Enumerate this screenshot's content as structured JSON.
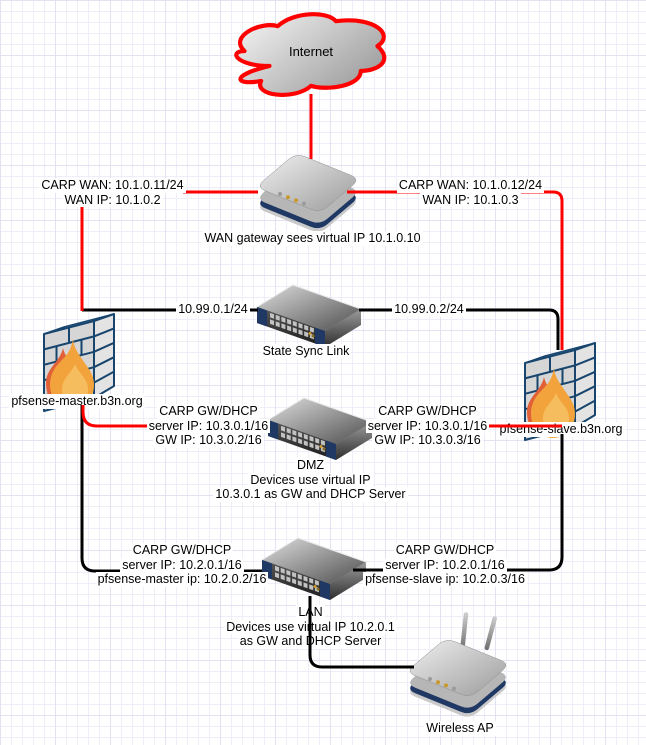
{
  "labels": {
    "internet": "Internet",
    "wan_gateway_caption": "WAN gateway sees virtual IP 10.1.0.10",
    "state_sync_caption": "State Sync Link",
    "firewall_master": "pfsense-master.b3n.org",
    "firewall_slave": "pfsense-slave.b3n.org",
    "dmz_caption": [
      "DMZ",
      "Devices use virtual IP",
      "10.3.0.1 as GW and DHCP Server"
    ],
    "lan_caption": [
      "LAN",
      "Devices use virtual IP 10.2.0.1",
      "as GW and DHCP Server"
    ],
    "wireless_ap": "Wireless AP"
  },
  "edge_labels": {
    "wan_master": [
      "CARP WAN: 10.1.0.11/24",
      "WAN IP: 10.1.0.2"
    ],
    "wan_slave": [
      "CARP WAN: 10.1.0.12/24",
      "WAN IP: 10.1.0.3"
    ],
    "sync_master": "10.99.0.1/24",
    "sync_slave": "10.99.0.2/24",
    "dmz_master": [
      "CARP GW/DHCP",
      "server IP: 10.3.0.1/16",
      "GW IP: 10.3.0.2/16"
    ],
    "dmz_slave": [
      "CARP GW/DHCP",
      "server IP: 10.3.0.1/16",
      "GW IP: 10.3.0.3/16"
    ],
    "lan_master": [
      "CARP GW/DHCP",
      "server IP: 10.2.0.1/16",
      "pfsense-master ip: 10.2.0.2/16"
    ],
    "lan_slave": [
      "CARP GW/DHCP",
      "server IP: 10.2.0.1/16",
      "pfsense-slave ip: 10.2.0.3/16"
    ]
  },
  "colors": {
    "wan_edge": "#ff0000",
    "lan_edge": "#000000",
    "cloud_border": "#ff0000",
    "device_stripe": "#1f3864",
    "brick_mortar": "#17456e",
    "flame_outer": "#e06038",
    "flame_main": "#f2a33c",
    "flame_inner": "#f6bd5f"
  }
}
